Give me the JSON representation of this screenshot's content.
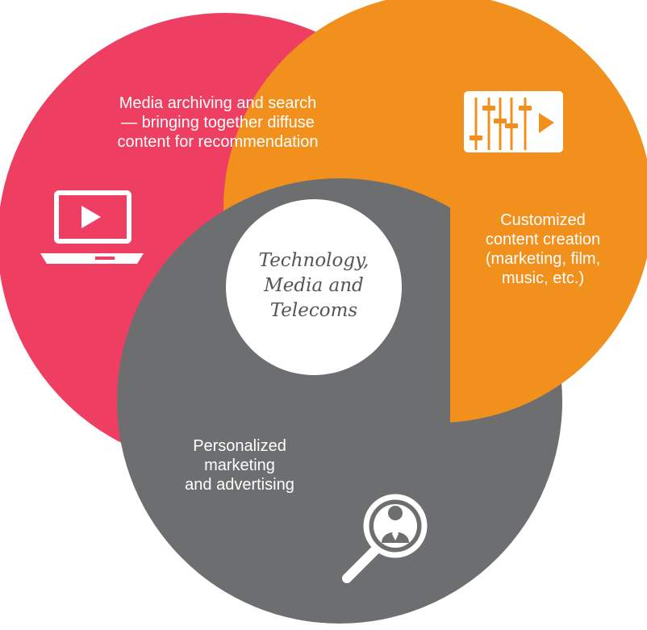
{
  "colors": {
    "media": "#EE3F63",
    "content": "#F2901E",
    "marketing": "#6D6E70",
    "center_fill": "#FFFFFF",
    "center_text": "#555555",
    "label_text": "#FFFFFF"
  },
  "circles": {
    "media": {
      "label_lines": [
        "Media archiving and search",
        "— bringing together diffuse",
        "content for recommendation"
      ],
      "icon": "laptop-play-icon"
    },
    "content": {
      "label_lines": [
        "Customized",
        "content creation",
        "(marketing, film,",
        "music, etc.)"
      ],
      "icon": "equalizer-play-icon"
    },
    "marketing": {
      "label_lines": [
        "Personalized",
        "marketing",
        "and advertising"
      ],
      "icon": "magnifier-person-icon"
    }
  },
  "center": {
    "label_lines": [
      "Technology,",
      "Media and",
      "Telecoms"
    ]
  }
}
